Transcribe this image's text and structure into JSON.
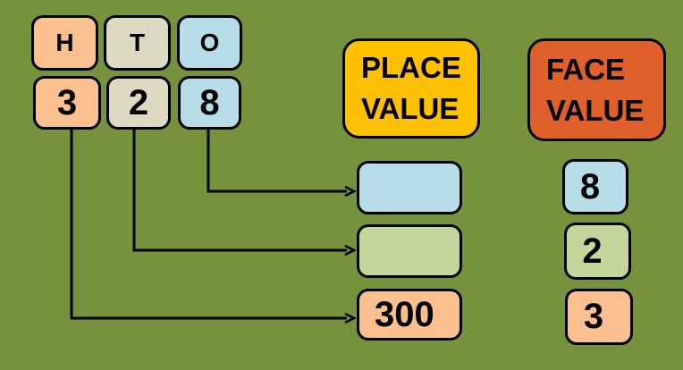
{
  "background_color": "#76923C",
  "arrow_color": "#000000",
  "columns": [
    {
      "header": "H",
      "digit": "3",
      "color": "#FAC090"
    },
    {
      "header": "T",
      "digit": "2",
      "color": "#DDD9C3"
    },
    {
      "header": "O",
      "digit": "8",
      "color": "#B6DDE8"
    }
  ],
  "place_value": {
    "title_line1": "PLACE",
    "title_line2": "VALUE",
    "color": "#FFC000",
    "answers": [
      {
        "value": "",
        "color": "#B6DDE8"
      },
      {
        "value": "",
        "color": "#C3D69B"
      },
      {
        "value": "300",
        "color": "#FAC090"
      }
    ]
  },
  "face_value": {
    "title_line1": "FACE",
    "title_line2": "VALUE",
    "color": "#E0602C",
    "answers": [
      {
        "value": "8",
        "color": "#B6DDE8"
      },
      {
        "value": "2",
        "color": "#C3D69B"
      },
      {
        "value": "3",
        "color": "#FAC090"
      }
    ]
  }
}
